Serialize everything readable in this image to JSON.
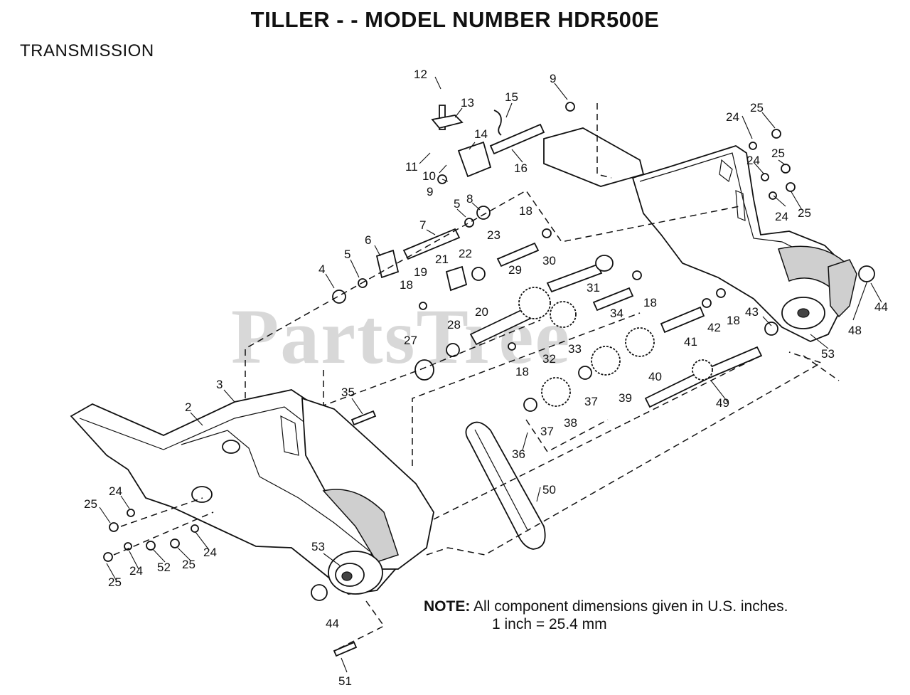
{
  "title": "TILLER - - MODEL NUMBER HDR500E",
  "section": "TRANSMISSION",
  "watermark": "PartsTree",
  "note": {
    "heading": "NOTE:",
    "line1": "All component dimensions given in U.S. inches.",
    "line2": "1 inch = 25.4 mm"
  },
  "callouts": [
    "2",
    "3",
    "4",
    "5",
    "6",
    "7",
    "8",
    "9",
    "10",
    "11",
    "12",
    "13",
    "14",
    "15",
    "16",
    "18",
    "19",
    "20",
    "21",
    "22",
    "23",
    "24",
    "25",
    "27",
    "28",
    "29",
    "30",
    "31",
    "32",
    "33",
    "34",
    "35",
    "36",
    "37",
    "38",
    "39",
    "40",
    "41",
    "42",
    "43",
    "44",
    "48",
    "49",
    "50",
    "51",
    "52",
    "53"
  ]
}
